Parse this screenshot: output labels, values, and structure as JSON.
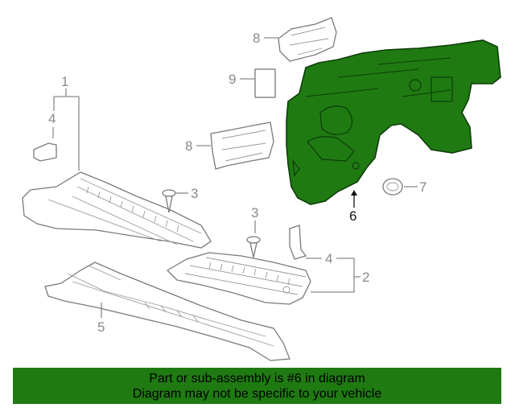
{
  "diagram": {
    "callouts": {
      "c1": "1",
      "c2": "2",
      "c3a": "3",
      "c3b": "3",
      "c4a": "4",
      "c4b": "4",
      "c5": "5",
      "c6": "6",
      "c7": "7",
      "c8a": "8",
      "c8b": "8",
      "c9": "9"
    },
    "highlighted_part": "6",
    "highlight_color": "#1f7a12"
  },
  "banner": {
    "line1": "Part or sub-assembly is #6 in diagram",
    "line2": "Diagram may not be specific to your vehicle",
    "background": "#1f7a12"
  }
}
